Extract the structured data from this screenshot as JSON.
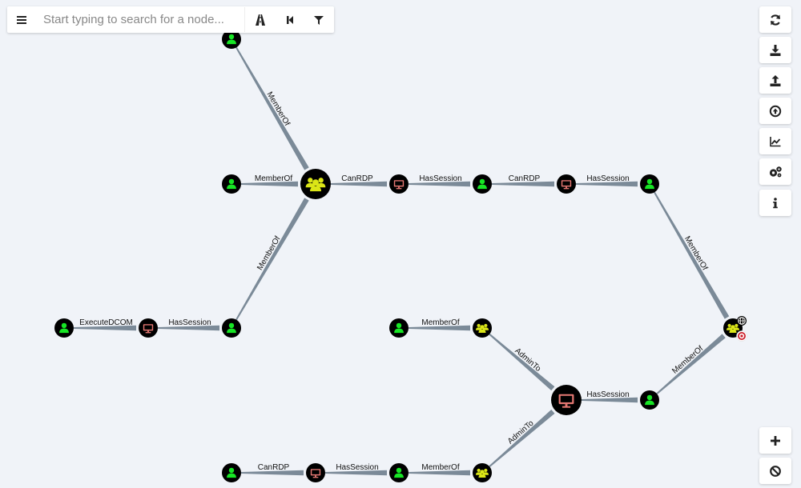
{
  "search": {
    "placeholder": "Start typing to search for a node..."
  },
  "toolbar": {
    "menu_icon": "hamburger-icon",
    "pathfinding_icon": "road-icon",
    "back_icon": "step-backward-icon",
    "filter_icon": "filter-icon"
  },
  "side_buttons": [
    {
      "name": "refresh-button",
      "icon": "refresh-icon"
    },
    {
      "name": "export-button",
      "icon": "download-icon"
    },
    {
      "name": "import-button",
      "icon": "upload-icon"
    },
    {
      "name": "upload-data-button",
      "icon": "arrow-circle-up-icon"
    },
    {
      "name": "queries-button",
      "icon": "area-chart-icon"
    },
    {
      "name": "settings-button",
      "icon": "gears-icon"
    },
    {
      "name": "about-button",
      "icon": "info-icon"
    }
  ],
  "zoom_buttons": [
    {
      "name": "zoom-in-button",
      "icon": "plus-icon"
    },
    {
      "name": "zoom-reset-button",
      "icon": "ban-icon"
    }
  ],
  "colors": {
    "user": "#17e625",
    "group": "#dbe617",
    "computer": "#e67873",
    "edge": "#7b8a98",
    "node_bg": "#000000",
    "target": "#cc1f2b"
  },
  "graph": {
    "nodes": [
      {
        "id": "u_top",
        "type": "user"
      },
      {
        "id": "u_left",
        "type": "user"
      },
      {
        "id": "g_center",
        "type": "group",
        "large": true
      },
      {
        "id": "c_1",
        "type": "computer"
      },
      {
        "id": "u_mid",
        "type": "user"
      },
      {
        "id": "c_2",
        "type": "computer"
      },
      {
        "id": "u_right",
        "type": "user"
      },
      {
        "id": "u_far_left",
        "type": "user"
      },
      {
        "id": "c_left",
        "type": "computer"
      },
      {
        "id": "u_left2",
        "type": "user"
      },
      {
        "id": "u_mid2",
        "type": "user"
      },
      {
        "id": "g_mid",
        "type": "group"
      },
      {
        "id": "g_target",
        "type": "group",
        "target": true
      },
      {
        "id": "c_big",
        "type": "computer",
        "large": true
      },
      {
        "id": "u_right2",
        "type": "user"
      },
      {
        "id": "u_bot_left",
        "type": "user"
      },
      {
        "id": "c_bot",
        "type": "computer"
      },
      {
        "id": "u_bot_mid",
        "type": "user"
      },
      {
        "id": "g_bot",
        "type": "group"
      }
    ],
    "edges": [
      {
        "from": "u_top",
        "to": "g_center",
        "label": "MemberOf"
      },
      {
        "from": "u_left",
        "to": "g_center",
        "label": "MemberOf"
      },
      {
        "from": "g_center",
        "to": "c_1",
        "label": "CanRDP"
      },
      {
        "from": "c_1",
        "to": "u_mid",
        "label": "HasSession"
      },
      {
        "from": "u_mid",
        "to": "c_2",
        "label": "CanRDP"
      },
      {
        "from": "c_2",
        "to": "u_right",
        "label": "HasSession"
      },
      {
        "from": "u_left2",
        "to": "g_center",
        "label": "MemberOf"
      },
      {
        "from": "u_far_left",
        "to": "c_left",
        "label": "ExecuteDCOM"
      },
      {
        "from": "c_left",
        "to": "u_left2",
        "label": "HasSession"
      },
      {
        "from": "u_right",
        "to": "g_target",
        "label": "MemberOf"
      },
      {
        "from": "u_mid2",
        "to": "g_mid",
        "label": "MemberOf"
      },
      {
        "from": "g_mid",
        "to": "c_big",
        "label": "AdminTo"
      },
      {
        "from": "c_big",
        "to": "u_right2",
        "label": "HasSession"
      },
      {
        "from": "u_right2",
        "to": "g_target",
        "label": "MemberOf"
      },
      {
        "from": "g_bot",
        "to": "c_big",
        "label": "AdminTo"
      },
      {
        "from": "u_bot_left",
        "to": "c_bot",
        "label": "CanRDP"
      },
      {
        "from": "c_bot",
        "to": "u_bot_mid",
        "label": "HasSession"
      },
      {
        "from": "u_bot_mid",
        "to": "g_bot",
        "label": "MemberOf"
      }
    ]
  }
}
